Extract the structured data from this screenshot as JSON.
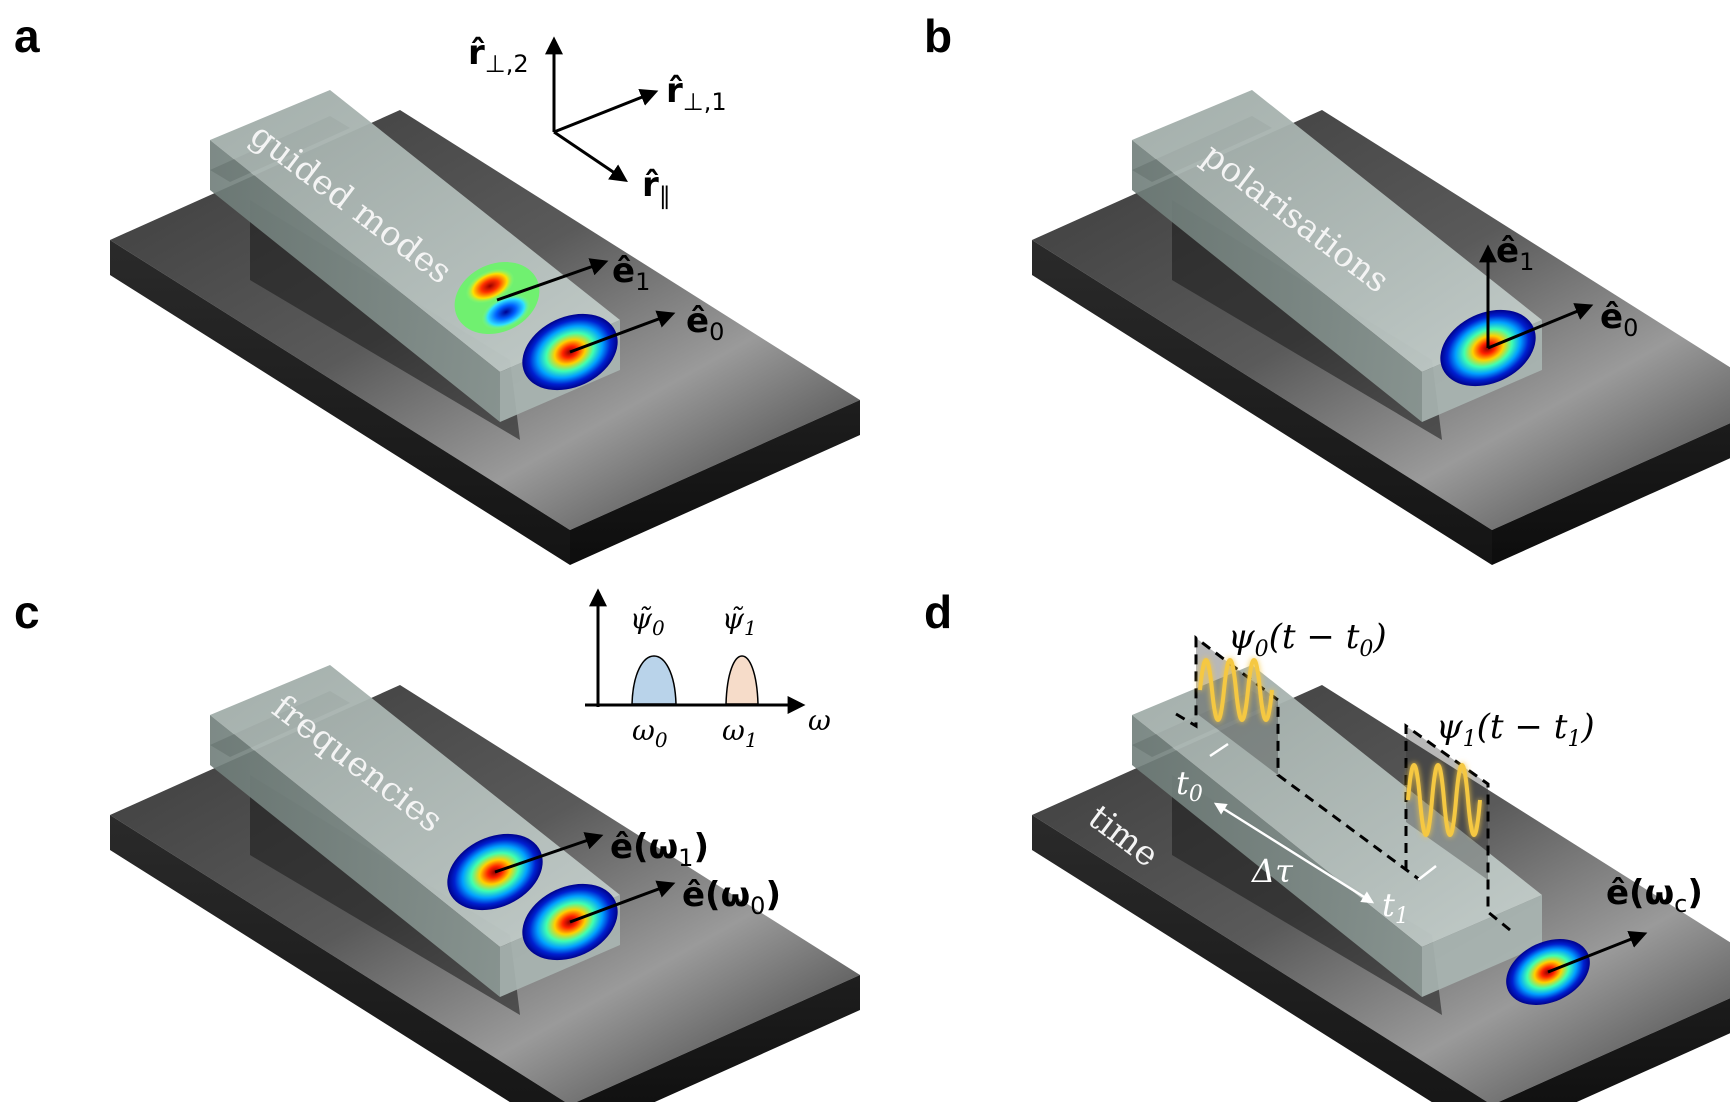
{
  "panels": [
    {
      "letter": "a",
      "waveguide_label": "guided modes",
      "vectors": [
        {
          "main": "ê",
          "sub": "1"
        },
        {
          "main": "ê",
          "sub": "0"
        }
      ]
    },
    {
      "letter": "b",
      "waveguide_label": "polarisations",
      "vectors": [
        {
          "main": "ê",
          "sub": "1"
        },
        {
          "main": "ê",
          "sub": "0"
        }
      ]
    },
    {
      "letter": "c",
      "waveguide_label": "frequencies",
      "vectors": [
        {
          "main": "ê(ω",
          "sub": "1",
          "end": ")"
        },
        {
          "main": "ê(ω",
          "sub": "0",
          "end": ")"
        }
      ]
    },
    {
      "letter": "d",
      "waveguide_label": "time",
      "vectors": [
        {
          "main": "ê(ω",
          "sub": "c",
          "end": ")"
        }
      ]
    }
  ],
  "axes_a": {
    "perp2": {
      "main": "r̂",
      "sub": "⊥,2"
    },
    "perp1": {
      "main": "r̂",
      "sub": "⊥,1"
    },
    "par": {
      "main": "r̂",
      "sub": "∥"
    }
  },
  "spectrum_c": {
    "psi0": {
      "main": "ψ̃",
      "sub": "0"
    },
    "psi1": {
      "main": "ψ̃",
      "sub": "1"
    },
    "omega0": {
      "main": "ω",
      "sub": "0"
    },
    "omega1": {
      "main": "ω",
      "sub": "1"
    },
    "axis": "ω",
    "colors": {
      "peak0": "#b9d3ea",
      "peak1": "#f6dcc9"
    }
  },
  "time_d": {
    "pulse0_label": {
      "main": "ψ",
      "sub": "0",
      "end": "(t − t",
      "sub2": "0",
      "end2": ")"
    },
    "pulse1_label": {
      "main": "ψ",
      "sub": "1",
      "end": "(t − t",
      "sub2": "1",
      "end2": ")"
    },
    "t0": {
      "main": "t",
      "sub": "0"
    },
    "t1": {
      "main": "t",
      "sub": "1"
    },
    "delta_tau": "Δτ"
  }
}
